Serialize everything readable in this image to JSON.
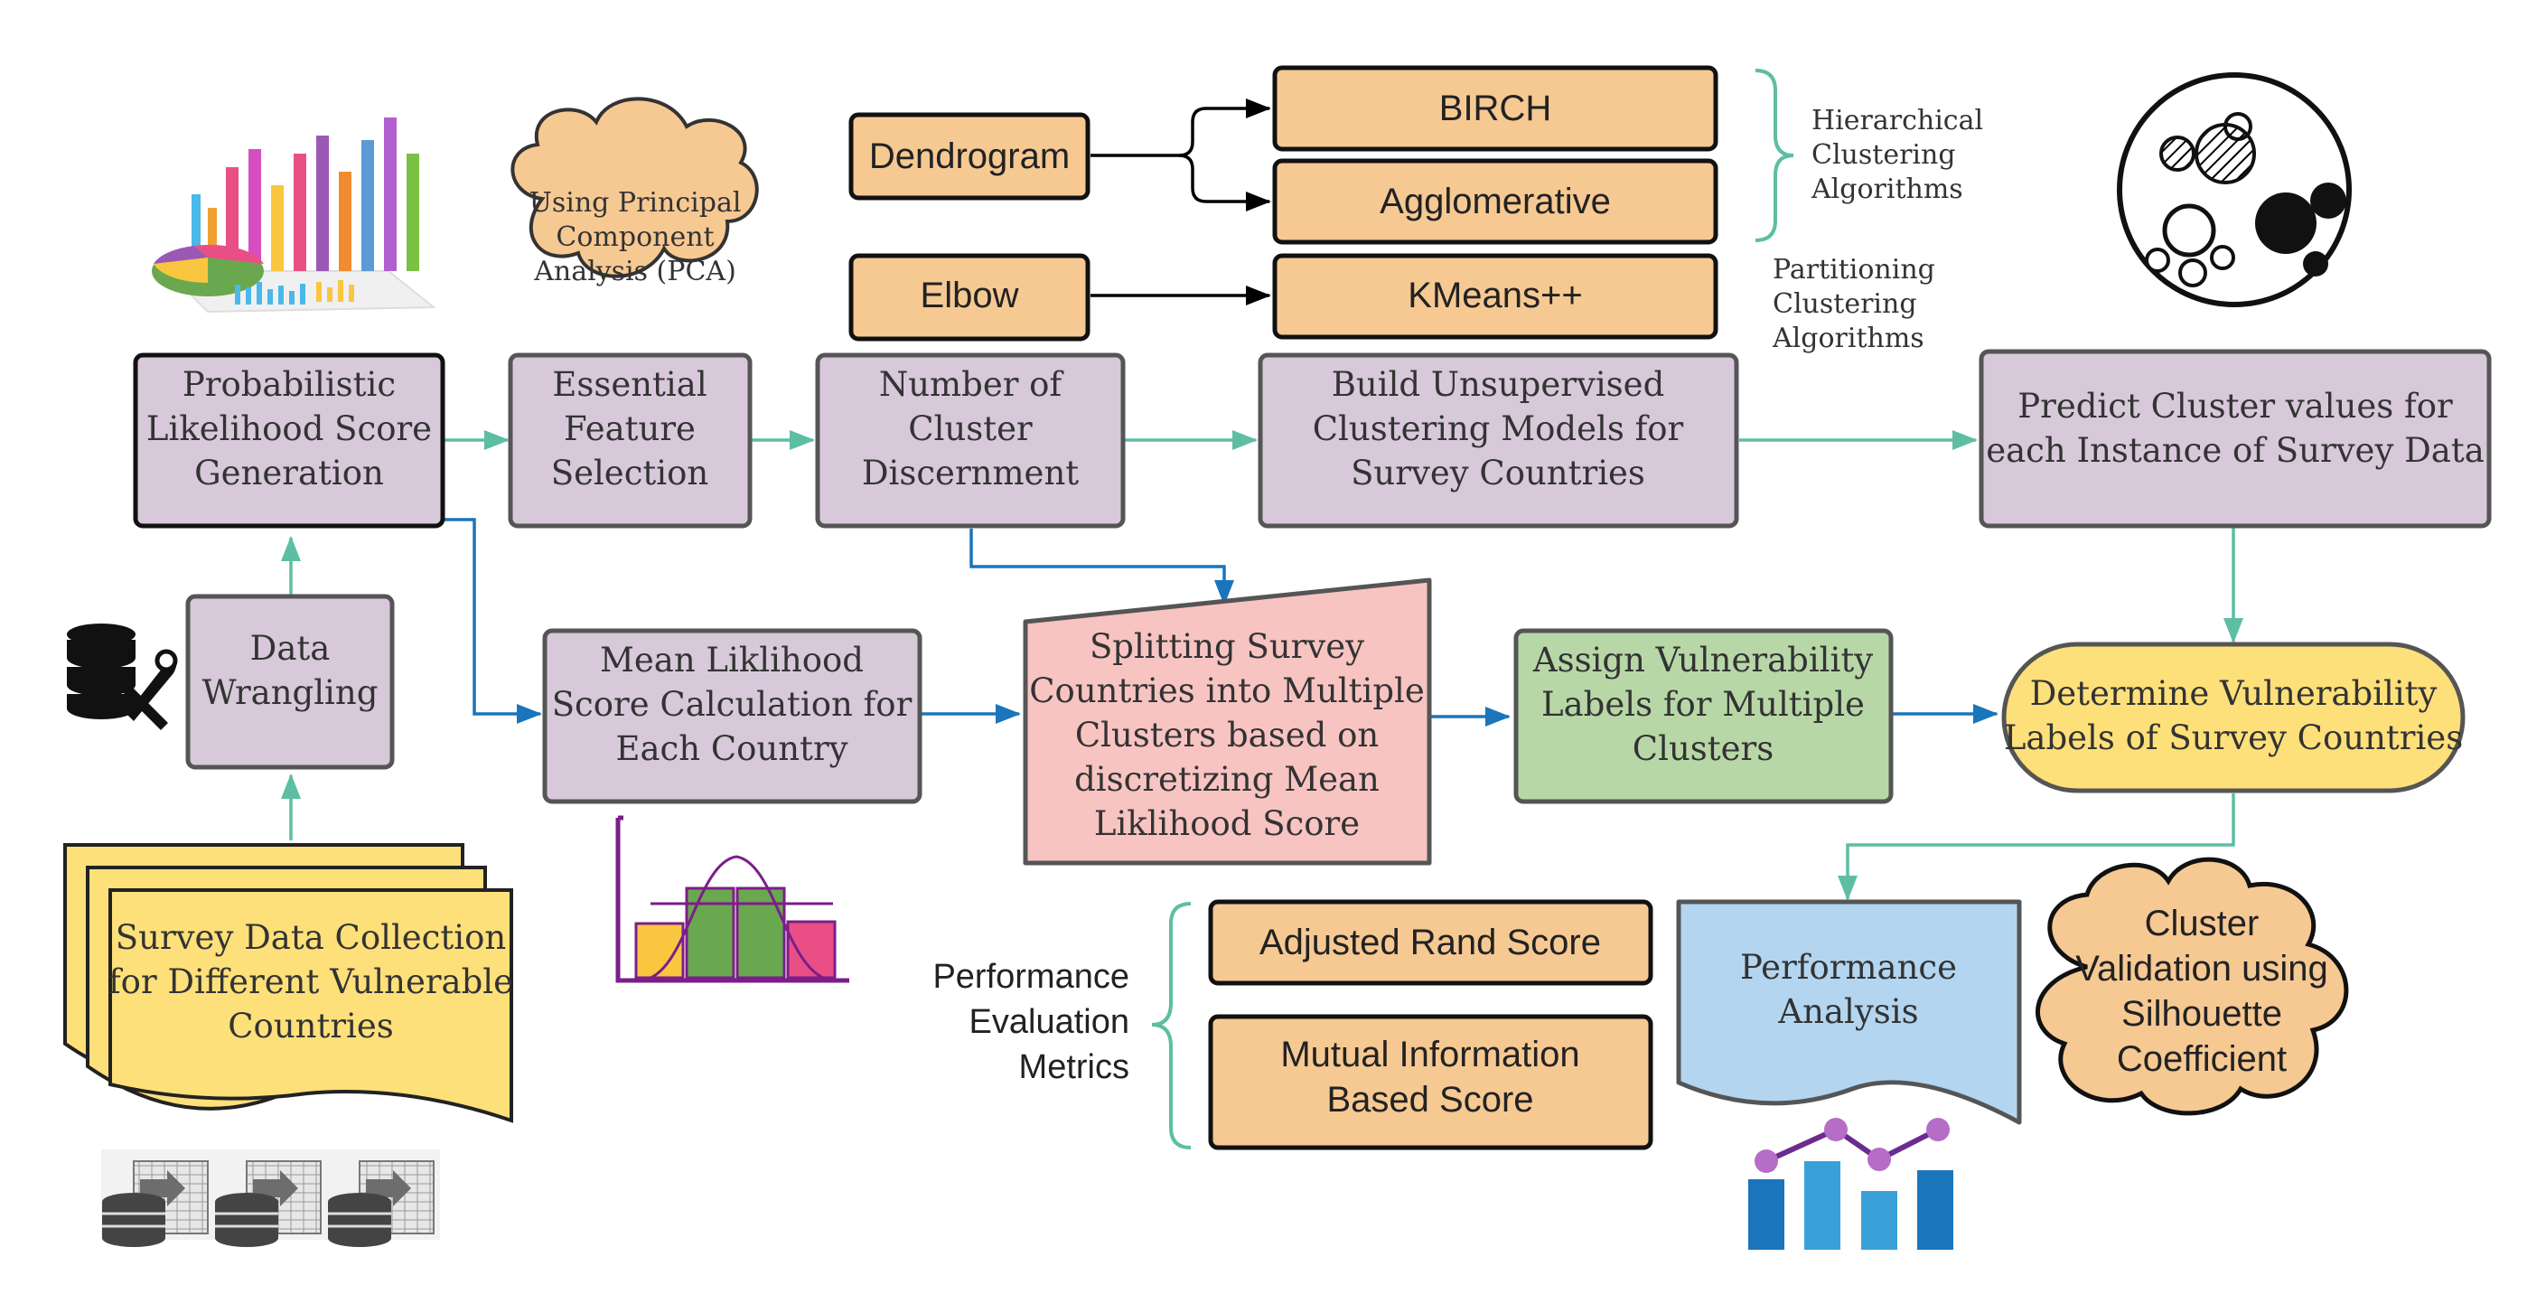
{
  "colors": {
    "purple_box": "#d7c8da",
    "orange_box": "#f6c993",
    "pink_box": "#f7c4c2",
    "green_box": "#b8d7a7",
    "yellow_box": "#fde07a",
    "blue_box": "#b3d5ef",
    "teal_arrow": "#5dbea3",
    "blue_arrow": "#1b75bb",
    "border": "#555555"
  },
  "nodes": {
    "probabilistic": "Probabilistic\nLikelihood Score\nGeneration",
    "essential": "Essential\nFeature\nSelection",
    "number_cluster": "Number of\nCluster\nDiscernment",
    "build_models": "Build Unsupervised\nClustering Models for\nSurvey Countries",
    "predict": "Predict Cluster values for\neach Instance of Survey Data",
    "data_wrangling": "Data\nWrangling",
    "mean_likelihood": "Mean Liklihood\nScore Calculation for\nEach Country",
    "splitting": "Splitting Survey\nCountries into Multiple\nClusters based on\ndiscretizing Mean\nLiklihood Score",
    "assign": "Assign Vulnerability\nLabels for Multiple\nClusters",
    "determine": "Determine Vulnerability\nLabels of Survey Countries",
    "survey_collection": "Survey Data Collection\nfor Different Vulnerable\nCountries",
    "pca_cloud": "Using Principal\nComponent\nAnalysis (PCA)",
    "dendrogram": "Dendrogram",
    "elbow": "Elbow",
    "birch": "BIRCH",
    "agglomerative": "Agglomerative",
    "kmeans": "KMeans++",
    "hierarchical_label": "Hierarchical\nClustering\nAlgorithms",
    "partitioning_label": "Partitioning\nClustering\nAlgorithms",
    "perf_metrics_label": "Performance\nEvaluation\nMetrics",
    "adjusted_rand": "Adjusted Rand Score",
    "mutual_info": "Mutual Information\nBased Score",
    "performance_analysis": "Performance\nAnalysis",
    "silhouette_cloud": "Cluster\nValidation using\nSilhouette\nCoefficient"
  },
  "icons": {
    "chart_3d": "3d-bar-pie-chart-icon",
    "database_tools": "database-tools-icon",
    "histogram": "histogram-distribution-icon",
    "cluster_circle": "cluster-bubbles-icon",
    "spreadsheets": "database-spreadsheet-icon",
    "bar_line_chart": "bar-line-chart-icon"
  }
}
